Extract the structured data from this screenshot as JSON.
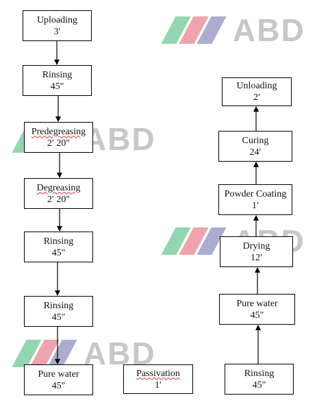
{
  "watermark": {
    "text": "ABD",
    "colors": [
      "#3cb371",
      "#e05a6a",
      "#6a6aa8"
    ]
  },
  "steps": {
    "uploading": {
      "name": "Uploading",
      "time": "3′"
    },
    "rinsing1": {
      "name": "Rinsing",
      "time": "45\""
    },
    "predegreasing": {
      "name": "Predegreasing",
      "time": "2′ 20\""
    },
    "degreasing": {
      "name": "Degreasing",
      "time": "2′ 20\""
    },
    "rinsing2": {
      "name": "Rinsing",
      "time": "45\""
    },
    "rinsing3": {
      "name": "Rinsing",
      "time": "45\""
    },
    "pure_water1": {
      "name": "Pure water",
      "time": "45\""
    },
    "passivation": {
      "name": "Passivation",
      "time": "1′"
    },
    "rinsing4": {
      "name": "Rinsing",
      "time": "45\""
    },
    "pure_water2": {
      "name": "Pure water",
      "time": "45\""
    },
    "drying": {
      "name": "Drying",
      "time": "12′"
    },
    "powder_coating": {
      "name": "Powder Coating",
      "time": "1′"
    },
    "curing": {
      "name": "Curing",
      "time": "24′"
    },
    "unloading": {
      "name": "Unloading",
      "time": "2′"
    }
  }
}
